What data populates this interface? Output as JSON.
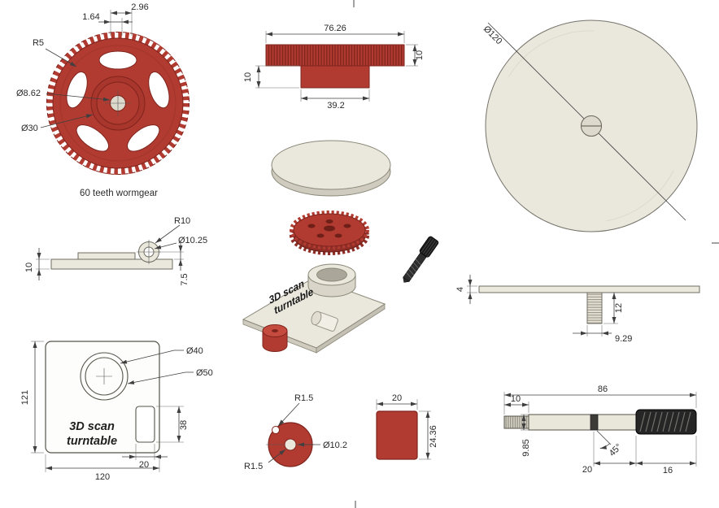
{
  "views": {
    "gear_front": {
      "dim_tooth_width": "1.64",
      "dim_tooth_pitch": "2.96",
      "dim_slot_radius": "R5",
      "dim_bore": "Ø8.62",
      "dim_hub": "Ø30",
      "caption": "60 teeth wormgear"
    },
    "gear_side": {
      "dim_outer_width": "76.26",
      "dim_rim_thickness": "10",
      "dim_hub_thickness": "10",
      "dim_hub_width": "39.2"
    },
    "turntable_disc_top": {
      "dim_diameter": "Ø120"
    },
    "base_side": {
      "dim_mount_radius": "R10",
      "dim_mount_bore": "Ø10.25",
      "dim_plate_thickness": "10",
      "dim_mount_offset": "7.5"
    },
    "exploded_view": {
      "label_line1": "3D scan",
      "label_line2": "turntable"
    },
    "disc_side": {
      "dim_plate_thickness": "4",
      "dim_shaft_length": "12",
      "dim_shaft_diameter": "9.29"
    },
    "base_top": {
      "dim_depth": "121",
      "dim_ring_inner": "Ø40",
      "dim_ring_outer": "Ø50",
      "dim_slot_length": "38",
      "dim_slot_width": "20",
      "dim_width": "120",
      "label_line1": "3D scan",
      "label_line2": "turntable"
    },
    "knob": {
      "dim_notch_radius": "R1.5",
      "dim_bore": "Ø10.2",
      "dim_fillet_radius": "R1.5",
      "dim_diameter": "20",
      "dim_height": "24.36"
    },
    "worm_shaft": {
      "dim_total_length": "86",
      "dim_thread_length": "10",
      "dim_shaft_diameter": "9.85",
      "dim_spacing": "20",
      "dim_angle": "45°",
      "dim_worm_length": "16"
    }
  },
  "colors": {
    "part_red": "#b23b31",
    "part_red_dark": "#7e241d",
    "part_cream": "#eae8dd",
    "part_cream_shadow": "#cfccbf",
    "part_black": "#262626",
    "line_color": "#3f3f3f"
  }
}
